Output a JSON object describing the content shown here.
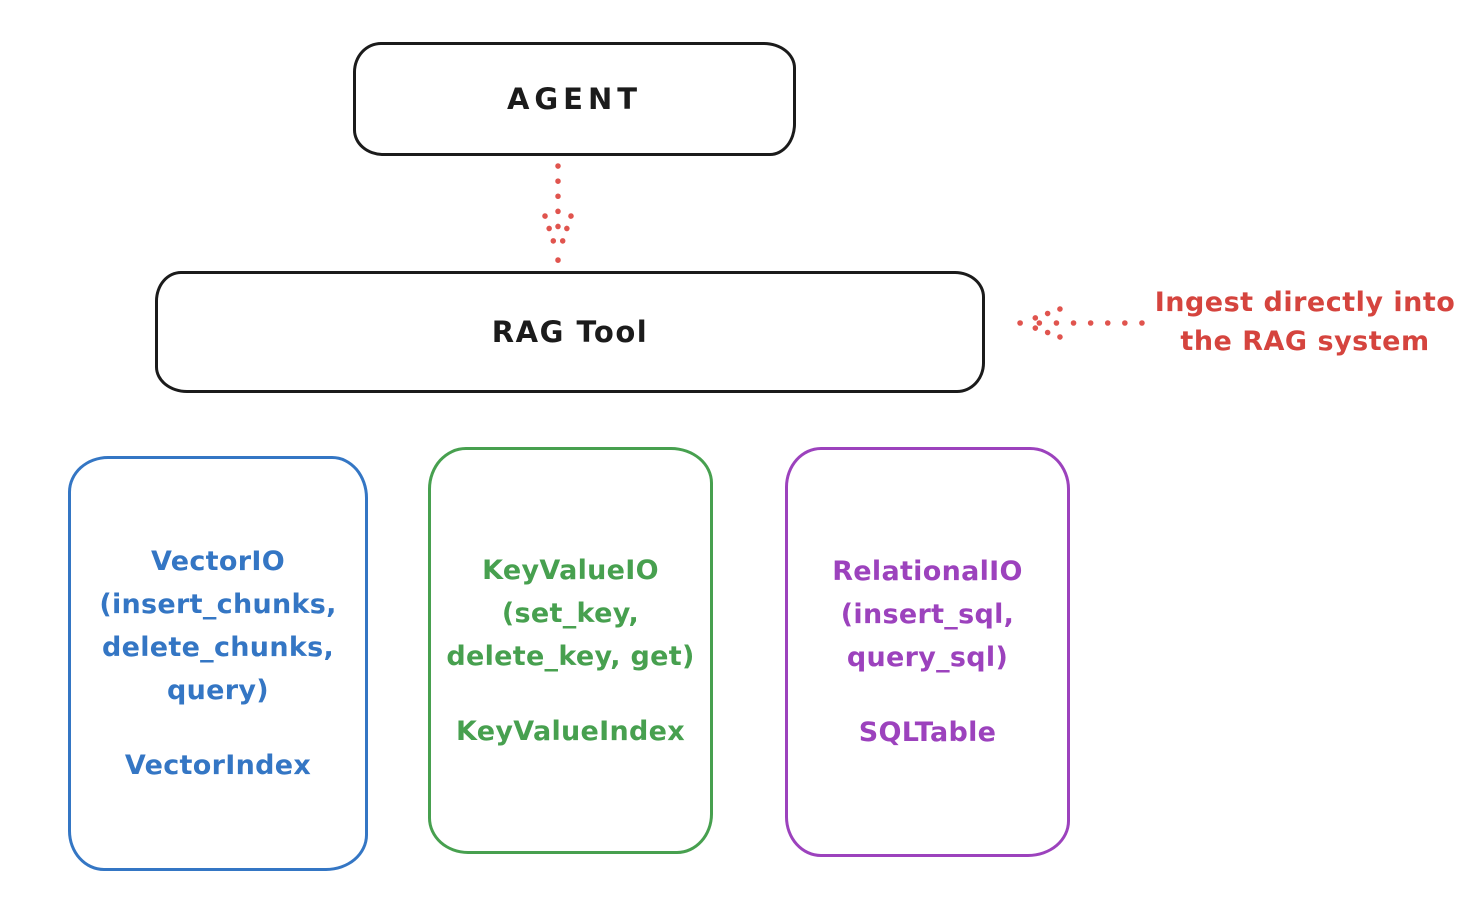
{
  "agent_box": {
    "label": "AGENT",
    "border_color": "#1b1b1b"
  },
  "rag_box": {
    "label": "RAG Tool",
    "border_color": "#1b1b1b"
  },
  "flow_arrow": {
    "color": "#e0544e"
  },
  "ingest": {
    "arrow_color": "#e0544e",
    "text_color": "#d5443e",
    "line1": "Ingest directly into",
    "line2": "the RAG system"
  },
  "io_boxes": [
    {
      "id": "vector-io",
      "color": "#3476c4",
      "lines": [
        "VectorIO",
        "(insert_chunks,",
        "delete_chunks,",
        "query)"
      ],
      "index_label": "VectorIndex"
    },
    {
      "id": "keyvalue-io",
      "color": "#47a04f",
      "lines": [
        "KeyValueIO",
        "(set_key,",
        "delete_key, get)"
      ],
      "index_label": "KeyValueIndex"
    },
    {
      "id": "relational-io",
      "color": "#9c42bd",
      "lines": [
        "RelationalIO",
        "(insert_sql,",
        "query_sql)"
      ],
      "index_label": "SQLTable"
    }
  ]
}
